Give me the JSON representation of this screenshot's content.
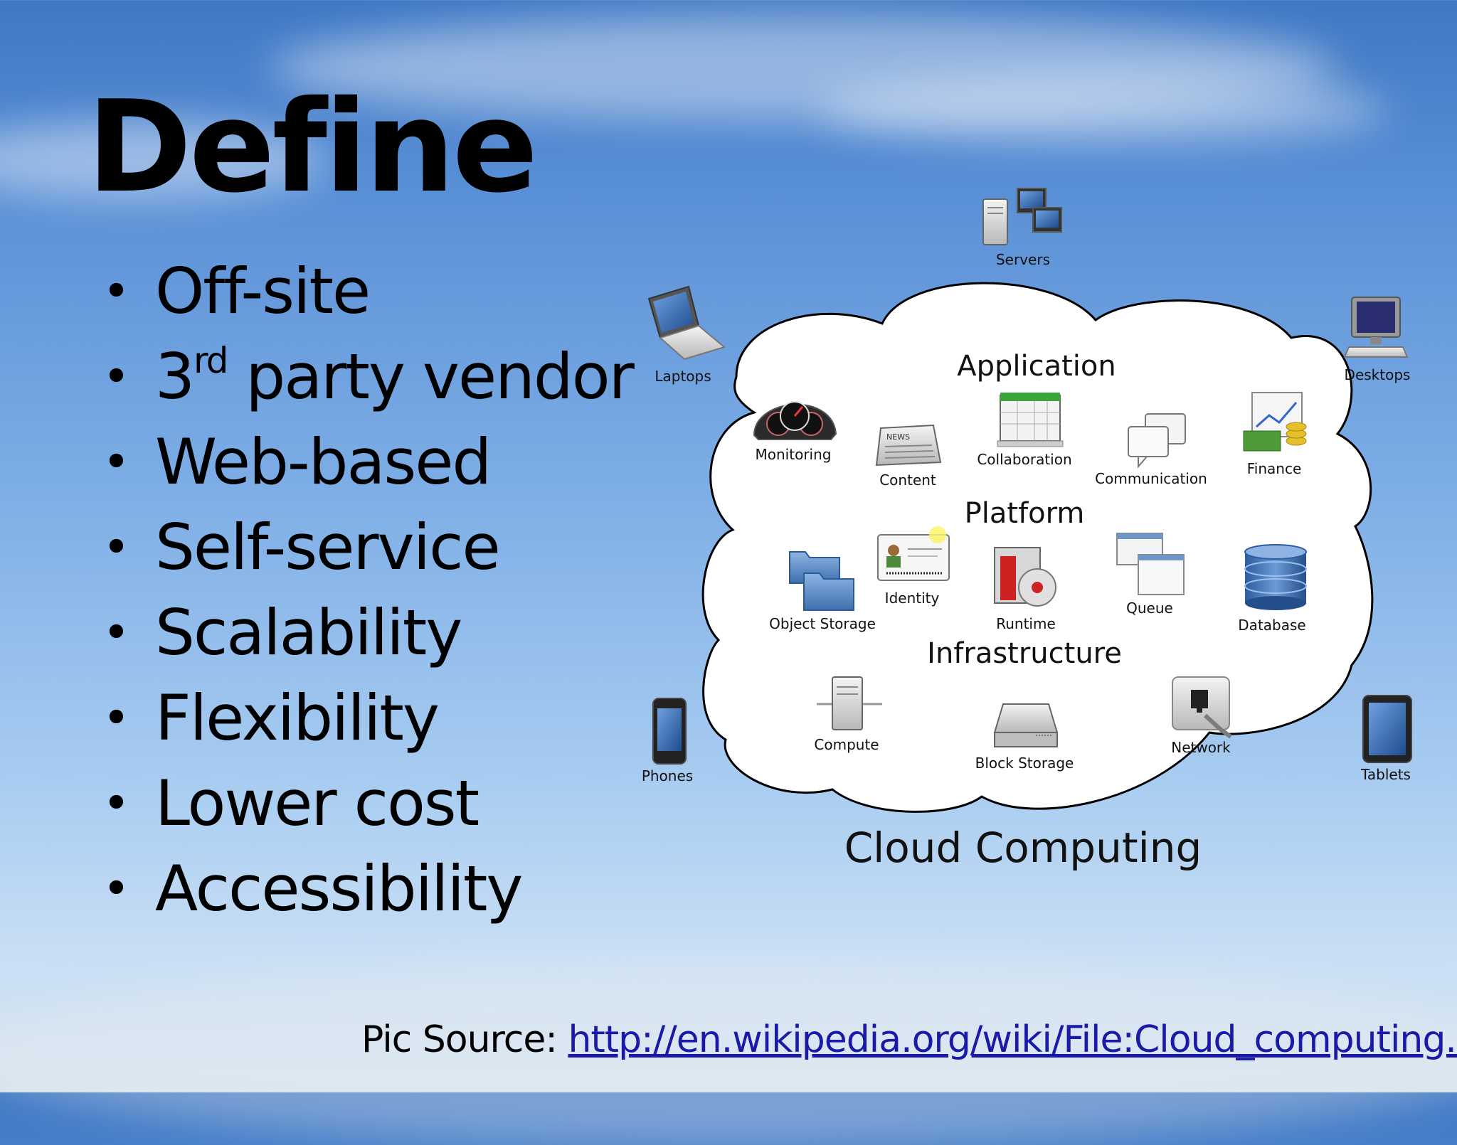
{
  "slide": {
    "title": "Define",
    "bullets": [
      "Off-site",
      "3rd party vendor",
      "Web-based",
      "Self-service",
      "Scalability",
      "Flexibility",
      "Lower cost",
      "Accessibility"
    ],
    "bullet_2_parts": {
      "num": "3",
      "sup": "rd",
      "rest": " party vendor"
    },
    "source_label": "Pic Source:",
    "source_link": "http://en.wikipedia.org/wiki/File:Cloud_computing.svg",
    "source_link_display": "http://en.wikipedia.org/wiki/File:Cloud_computing.svg"
  },
  "diagram": {
    "caption": "Cloud Computing",
    "layers": {
      "application": "Application",
      "platform": "Platform",
      "infrastructure": "Infrastructure"
    },
    "outside_devices": {
      "servers": "Servers",
      "laptops": "Laptops",
      "desktops": "Desktops",
      "phones": "Phones",
      "tablets": "Tablets"
    },
    "application_items": {
      "monitoring": "Monitoring",
      "content": "Content",
      "collaboration": "Collaboration",
      "communication": "Communication",
      "finance": "Finance"
    },
    "platform_items": {
      "object_storage": "Object Storage",
      "identity": "Identity",
      "runtime": "Runtime",
      "queue": "Queue",
      "database": "Database"
    },
    "infrastructure_items": {
      "compute": "Compute",
      "block_storage": "Block Storage",
      "network": "Network"
    },
    "icon_names": [
      "server-icon",
      "laptop-icon",
      "desktop-icon",
      "phone-icon",
      "tablet-icon",
      "gauge-icon",
      "newspaper-icon",
      "calendar-icon",
      "speech-bubbles-icon",
      "money-chart-icon",
      "folders-icon",
      "id-card-icon",
      "disc-box-icon",
      "window-stack-icon",
      "database-icon",
      "tower-server-icon",
      "hard-drive-icon",
      "network-jack-icon"
    ],
    "colors": {
      "cloud_fill": "#ffffff",
      "cloud_stroke": "#000000",
      "link": "#1a1aa8"
    }
  }
}
